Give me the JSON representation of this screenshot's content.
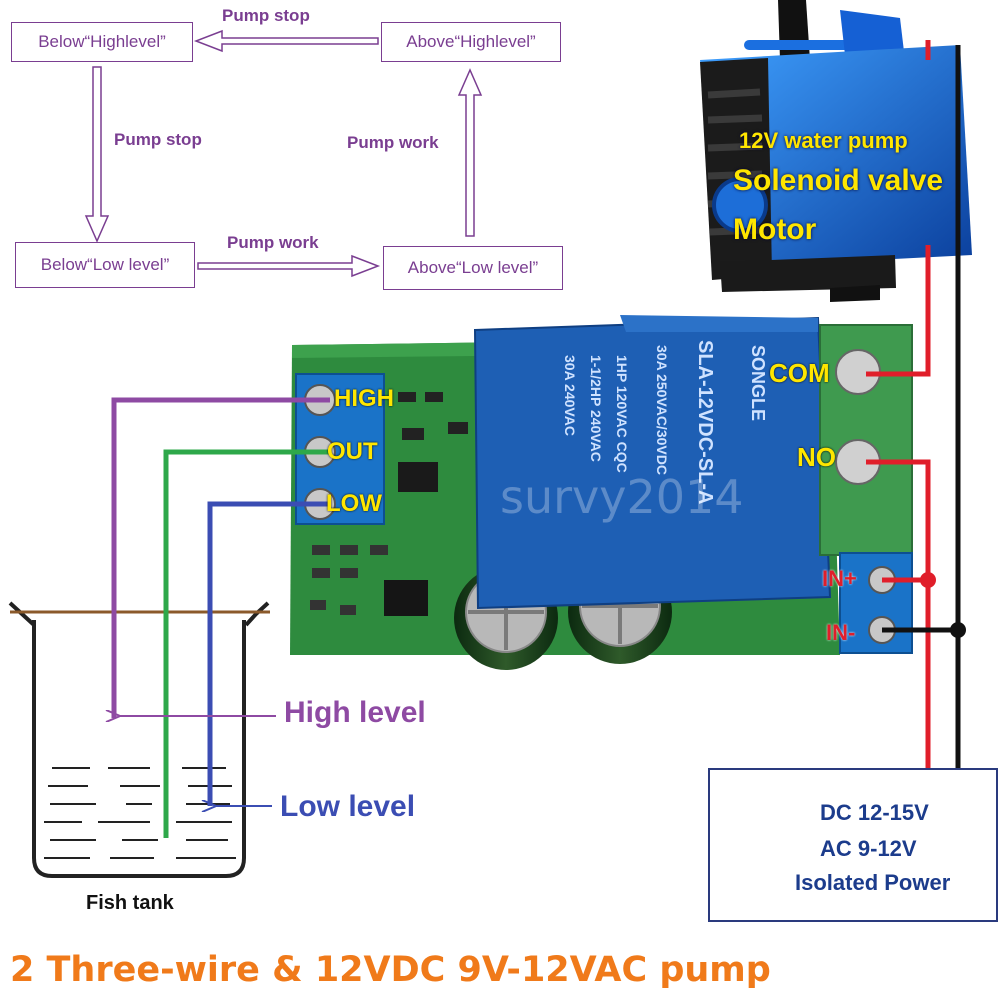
{
  "flow": {
    "box_below_high": "Below“Highlevel”",
    "box_above_high": "Above“Highlevel”",
    "box_below_low": "Below“Low level”",
    "box_above_low": "Above“Low level”",
    "label_top": "Pump stop",
    "label_left": "Pump stop",
    "label_right": "Pump work",
    "label_bottom": "Pump work"
  },
  "pump": {
    "line1": "12V water pump",
    "line2": "Solenoid valve",
    "line3": "Motor"
  },
  "board": {
    "high": "HIGH",
    "out": "OUT",
    "low": "LOW",
    "com": "COM",
    "no": "NO",
    "in_plus": "IN+",
    "in_minus": "IN-",
    "watermark": "survy2014",
    "relay_brand": "SONGLE",
    "relay_model": "SLA-12VDC-SL-A",
    "relay_line1": "30A  250VAC/30VDC",
    "relay_line2": "1HP 120VAC  CQC",
    "relay_line3": "1-1/2HP 240VAC",
    "relay_line4": "30A 240VAC"
  },
  "tank": {
    "high_level": "High level",
    "low_level": "Low level",
    "caption": "Fish tank"
  },
  "power": {
    "line1": "DC 12-15V",
    "line2": "AC 9-12V",
    "line3": "Isolated Power"
  },
  "footer": "2 Three-wire & 12VDC 9V-12VAC pump",
  "colors": {
    "flow": "#7a3e91",
    "wire_high": "#8e4aa3",
    "wire_out": "#2ea84a",
    "wire_low": "#3b4db3",
    "wire_red": "#e01e2a",
    "label_yellow": "#ffe600",
    "footer_orange": "#f07a1a",
    "pcb_green": "#2e8b3e",
    "relay_blue": "#1e5fb4"
  }
}
